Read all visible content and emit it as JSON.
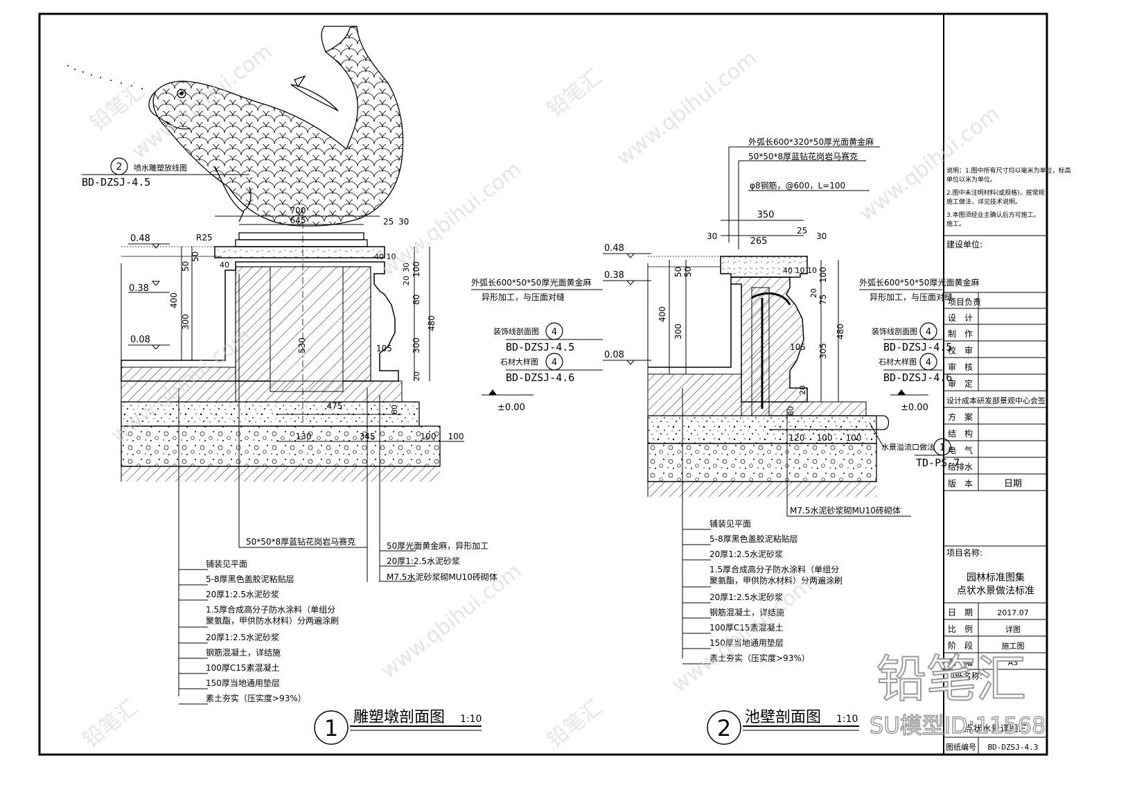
{
  "section1": {
    "title": "雕塑墩剖面图",
    "scale": "1:10",
    "number": "1",
    "ref_spray": {
      "num": "2",
      "label": "喷水雕塑放线图",
      "code": "BD-DZSJ-4.5"
    },
    "levels": [
      "0.48",
      "0.38",
      "0.08",
      "±0.00"
    ],
    "dims": [
      "700",
      "645",
      "25",
      "30",
      "R25",
      "40",
      "10",
      "50",
      "50",
      "400",
      "300",
      "530",
      "100",
      "30",
      "20",
      "80",
      "480",
      "300",
      "20",
      "105",
      "475",
      "80",
      "130",
      "345",
      "100",
      "100"
    ],
    "note_stone": "外弧长600*50*50厚光面黄金麻",
    "note_stone2": "异形加工，与压面对缝",
    "ref_a": {
      "num": "4",
      "label": "装饰线剖面图",
      "code": "BD-DZSJ-4.5"
    },
    "ref_b": {
      "num": "4",
      "label": "石材大样图",
      "code": "BD-DZSJ-4.6"
    },
    "note_mosaic": "50*50*8厚蓝钻花岗岩马赛克",
    "notes_right": [
      "50厚光面黄金麻，异形加工",
      "20厚1:2.5水泥砂浆",
      "M7.5水泥砂浆砌MU10砖砌体"
    ],
    "layers": [
      "铺装见平面",
      "5-8厚黑色盖胶泥粘贴层",
      "20厚1:2.5水泥砂浆",
      "1.5厚合成高分子防水涂料（单组分",
      "聚氨酯，甲供防水材料）分两遍涂刷",
      "20厚1:2.5水泥砂浆",
      "钢筋混凝土，详结施",
      "100厚C15素混凝土",
      "150厚当地通用垫层",
      "素土夯实（压实度>93%）"
    ]
  },
  "section2": {
    "title": "池壁剖面图",
    "scale": "1:10",
    "number": "2",
    "note_top1": "外弧长600*320*50厚光面黄金麻",
    "note_top2": "50*50*8厚蓝钻花岗岩马赛克",
    "note_top3": "φ8钢筋，@600，L=100",
    "levels": [
      "0.48",
      "0.38",
      "0.08",
      "±0.00"
    ],
    "dims": [
      "350",
      "265",
      "25",
      "30",
      "30",
      "40",
      "10",
      "10",
      "50",
      "50",
      "400",
      "300",
      "100",
      "20",
      "75",
      "480",
      "305",
      "105",
      "20",
      "80",
      "120",
      "100",
      "100"
    ],
    "note_stone": "外弧长600*50*50厚光面黄金麻",
    "note_stone2": "异形加工，与压面对缝",
    "ref_a": {
      "num": "4",
      "label": "装饰线剖面图",
      "code": "BD-DZSJ-4.5"
    },
    "ref_b": {
      "num": "4",
      "label": "石材大样图",
      "code": "BD-DZSJ-4.6"
    },
    "ref_c": {
      "num": "1",
      "label": "水景溢流口做法",
      "code": "TD-PS-7"
    },
    "note_brick": "M7.5水泥砂浆砌MU10砖砌体",
    "layers": [
      "铺装见平面",
      "5-8厚黑色盖胶泥粘贴层",
      "20厚1:2.5水泥砂浆",
      "1.5厚合成高分子防水涂料（单组分",
      "聚氨酯，甲供防水材料）分两遍涂刷",
      "20厚1:2.5水泥砂浆",
      "钢筋混凝土，详结施",
      "100厚C15素混凝土",
      "150厚当地通用垫层",
      "素土夯实（压实度>93%）"
    ]
  },
  "title_block": {
    "notes": [
      "说明：1.图中所有尺寸均以毫米为单位，标高",
      "    单位以米为单位。",
      "  2.图中未注明材料(或规格)，按常规",
      "    施工做法，详见技术说明。",
      "  3.本图须经业主确认后方可施工。",
      "    施工。"
    ],
    "client_label": "建设单位:",
    "rows": [
      [
        "项目负责",
        ""
      ],
      [
        "设　计",
        ""
      ],
      [
        "制　作",
        ""
      ],
      [
        "校　审",
        ""
      ],
      [
        "审　核",
        ""
      ],
      [
        "审　定",
        ""
      ]
    ],
    "dept": "设计成本研发部景观中心会签",
    "rows2": [
      [
        "方　案",
        ""
      ],
      [
        "结　构",
        ""
      ],
      [
        "电　气",
        ""
      ],
      [
        "给排水",
        ""
      ],
      [
        "版　本",
        "日期"
      ]
    ],
    "project_label": "项目名称:",
    "project_name1": "园林标准图集",
    "project_name2": "点状水景做法标准",
    "rows3": [
      [
        "日　期",
        "2017.07"
      ],
      [
        "比　例",
        "详图"
      ],
      [
        "阶　段",
        "施工图"
      ],
      [
        "图　幅",
        "A3"
      ]
    ],
    "drawing_name_label": "图纸名称:",
    "drawing_name": "点状水景详图三",
    "drawing_no_label": "图纸编号",
    "drawing_no": "BD-DZSJ-4.3"
  },
  "watermark": {
    "brand": "铅笔汇",
    "url": "www.qbihui.com",
    "model_id": "SU模型ID:11568"
  }
}
